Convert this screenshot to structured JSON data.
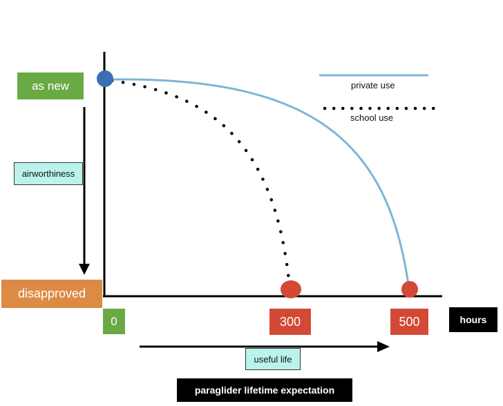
{
  "labels": {
    "as_new": "as new",
    "disapproved": "disapproved",
    "airworthiness": "airworthiness",
    "tick_0": "0",
    "tick_300": "300",
    "tick_500": "500",
    "hours": "hours",
    "useful_life": "useful life",
    "title": "paraglider lifetime expectation"
  },
  "legend": {
    "private": "private use",
    "school": "school use"
  },
  "colors": {
    "private_line": "#7ab6d4",
    "school_line": "#000000",
    "start_point": "#3b6fb5",
    "end_point": "#d24a35",
    "green": "#6aaa45",
    "orange": "#dd8a45",
    "red": "#d24a35",
    "cyan": "#b9f3ec"
  }
}
